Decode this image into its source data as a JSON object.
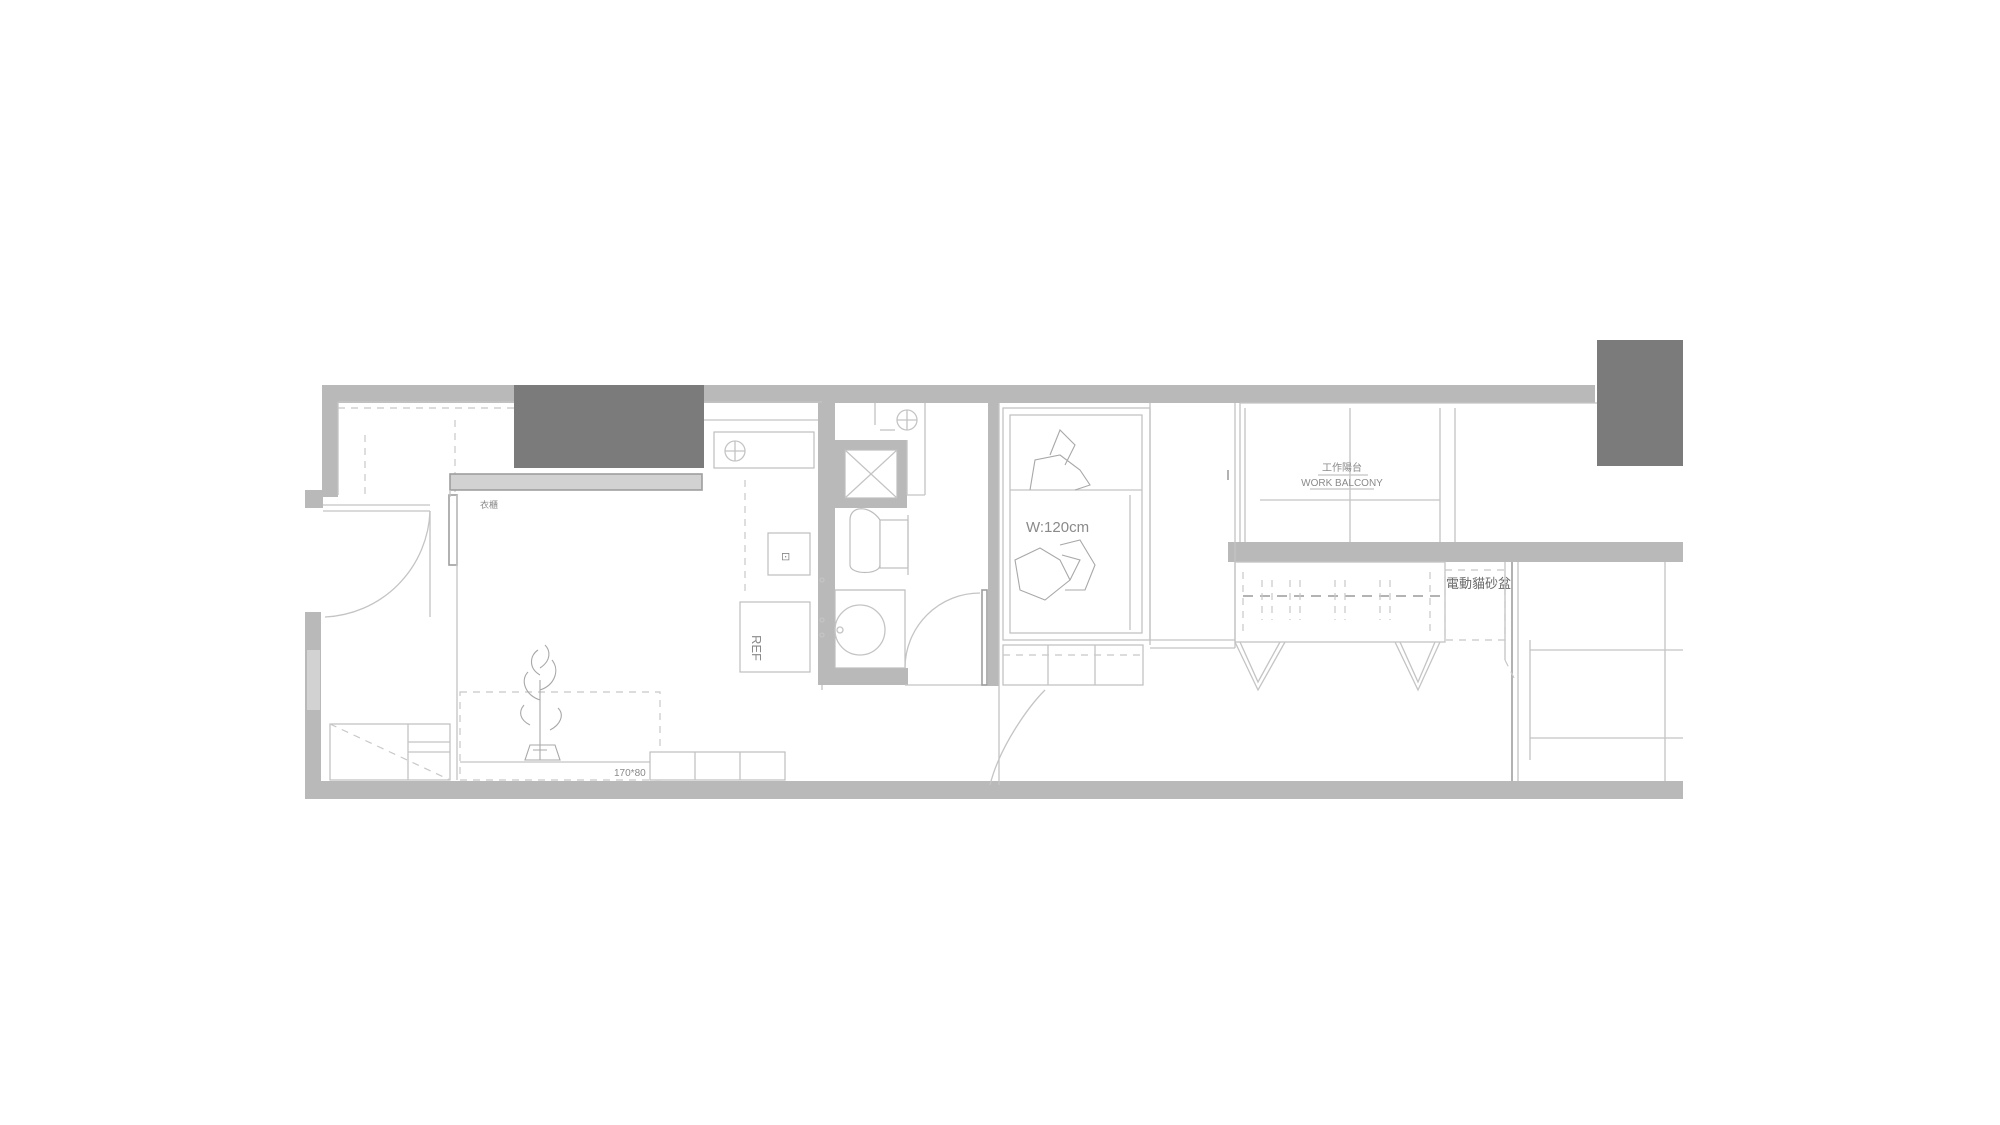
{
  "labels": {
    "bed_width": "W:120cm",
    "work_balcony_cn": "工作陽台",
    "work_balcony_en": "WORK BALCONY",
    "refrigerator": "REF",
    "dimension": "170*80",
    "litter_box": "電動貓砂盆",
    "small_note": "衣櫃"
  },
  "colors": {
    "wall": "#b9b9b9",
    "wall_dark": "#7b7b7b",
    "line": "#c4c4c4"
  }
}
